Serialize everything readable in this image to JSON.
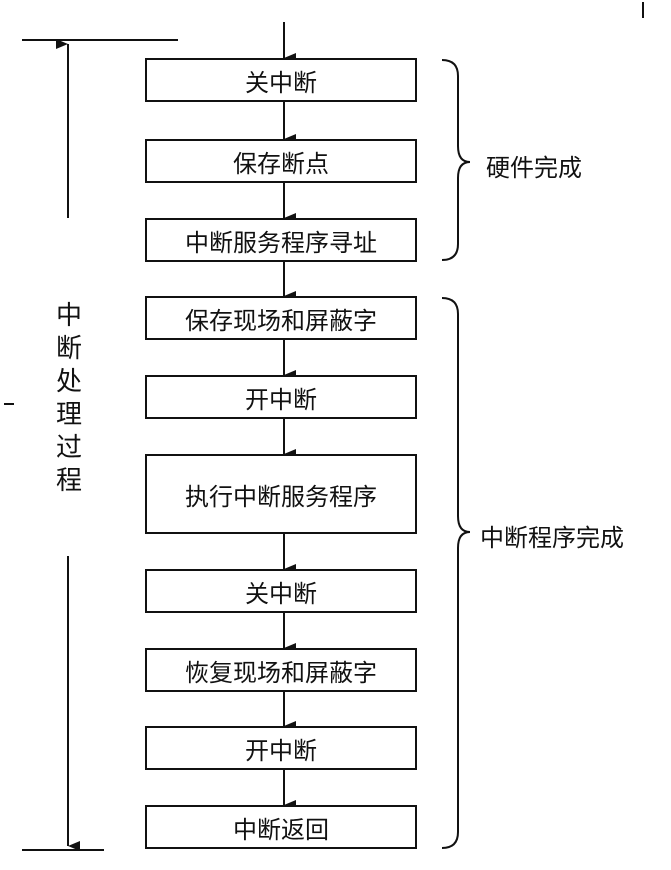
{
  "steps": [
    "关中断",
    "保存断点",
    "中断服务程序寻址",
    "保存现场和屏蔽字",
    "开中断",
    "执行中断服务程序",
    "关中断",
    "恢复现场和屏蔽字",
    "开中断",
    "中断返回"
  ],
  "groups": {
    "hardware": "硬件完成",
    "program": "中断程序完成"
  },
  "process_label": [
    "中",
    "断",
    "处",
    "理",
    "过",
    "程"
  ],
  "colors": {
    "line": "#111111",
    "background": "#ffffff"
  }
}
